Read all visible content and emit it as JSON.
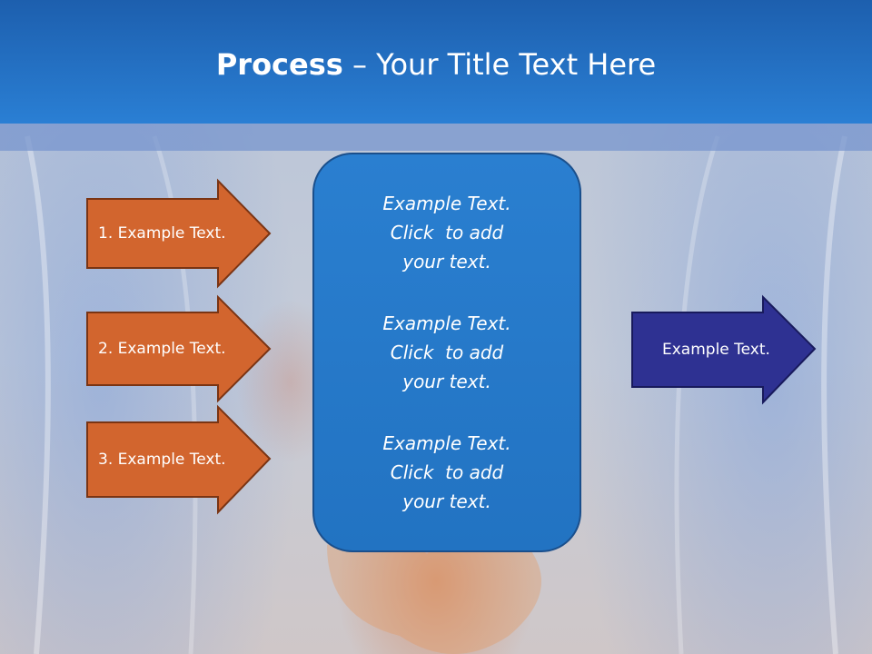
{
  "title": {
    "bold": "Process",
    "rest": " – Your Title Text Here"
  },
  "colors": {
    "header": "#2a7fd4",
    "input_arrow": "#d2652e",
    "output_arrow": "#2e3192",
    "center_box": "#2477c8"
  },
  "input_arrows": [
    {
      "label": "1. Example Text."
    },
    {
      "label": "2. Example Text."
    },
    {
      "label": "3. Example Text."
    }
  ],
  "center_box": {
    "blocks": [
      {
        "lines": [
          "Example Text.",
          "Click  to add",
          "your text."
        ]
      },
      {
        "lines": [
          "Example Text.",
          "Click  to add",
          "your text."
        ]
      },
      {
        "lines": [
          "Example Text.",
          "Click  to add",
          "your text."
        ]
      }
    ]
  },
  "output_arrow": {
    "label": "Example Text."
  }
}
